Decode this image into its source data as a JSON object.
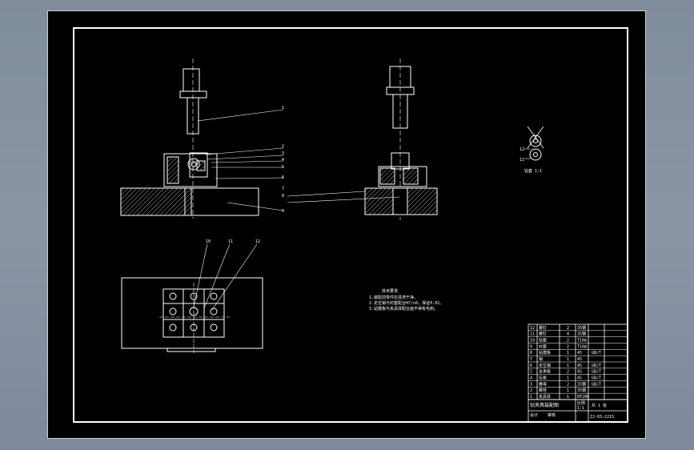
{
  "drawing": {
    "tech_requirements": {
      "heading": "技术要求",
      "lines": [
        "1.装配前零件应清洗干净。",
        "2.定位销与衬套配合H7/n6，保证0.02。",
        "3.钻模板与夹具体配合面不得有毛刺。"
      ]
    },
    "balloons": [
      "1",
      "2",
      "3",
      "4",
      "5",
      "6",
      "7",
      "8",
      "9",
      "10",
      "11",
      "12"
    ],
    "detail": {
      "labels": [
        "12",
        "11"
      ],
      "caption": "钻套 1:1"
    },
    "bom_rows": [
      {
        "no": "12",
        "name": "螺钉",
        "qty": "2",
        "mat": "35钢",
        "note": ""
      },
      {
        "no": "11",
        "name": "螺钉",
        "qty": "4",
        "mat": "35钢",
        "note": ""
      },
      {
        "no": "10",
        "name": "钻套",
        "qty": "2",
        "mat": "T10A",
        "note": ""
      },
      {
        "no": "9",
        "name": "衬套",
        "qty": "2",
        "mat": "T10A",
        "note": ""
      },
      {
        "no": "8",
        "name": "钻模板",
        "qty": "1",
        "mat": "45",
        "note": "GB/T"
      },
      {
        "no": "7",
        "name": "销",
        "qty": "1",
        "mat": "45",
        "note": ""
      },
      {
        "no": "6",
        "name": "定位销",
        "qty": "1",
        "mat": "45",
        "note": "GB/T"
      },
      {
        "no": "5",
        "name": "支承板",
        "qty": "2",
        "mat": "45",
        "note": "GB/T"
      },
      {
        "no": "4",
        "name": "压板",
        "qty": "1",
        "mat": "45",
        "note": "GB/T"
      },
      {
        "no": "3",
        "name": "螺母",
        "qty": "2",
        "mat": "35钢",
        "note": "GB/T"
      },
      {
        "no": "2",
        "name": "螺栓",
        "qty": "1",
        "mat": "35钢",
        "note": ""
      },
      {
        "no": "1",
        "name": "夹具体",
        "qty": "1",
        "mat": "HT200",
        "note": ""
      }
    ],
    "title_block": {
      "name": "钻夹具装配图",
      "scale_label": "比例",
      "scale": "1:1",
      "sheet": "共 1 张",
      "designer_label": "设计",
      "checker_label": "审核",
      "drawing_no": "ZJ-03-2215"
    }
  }
}
